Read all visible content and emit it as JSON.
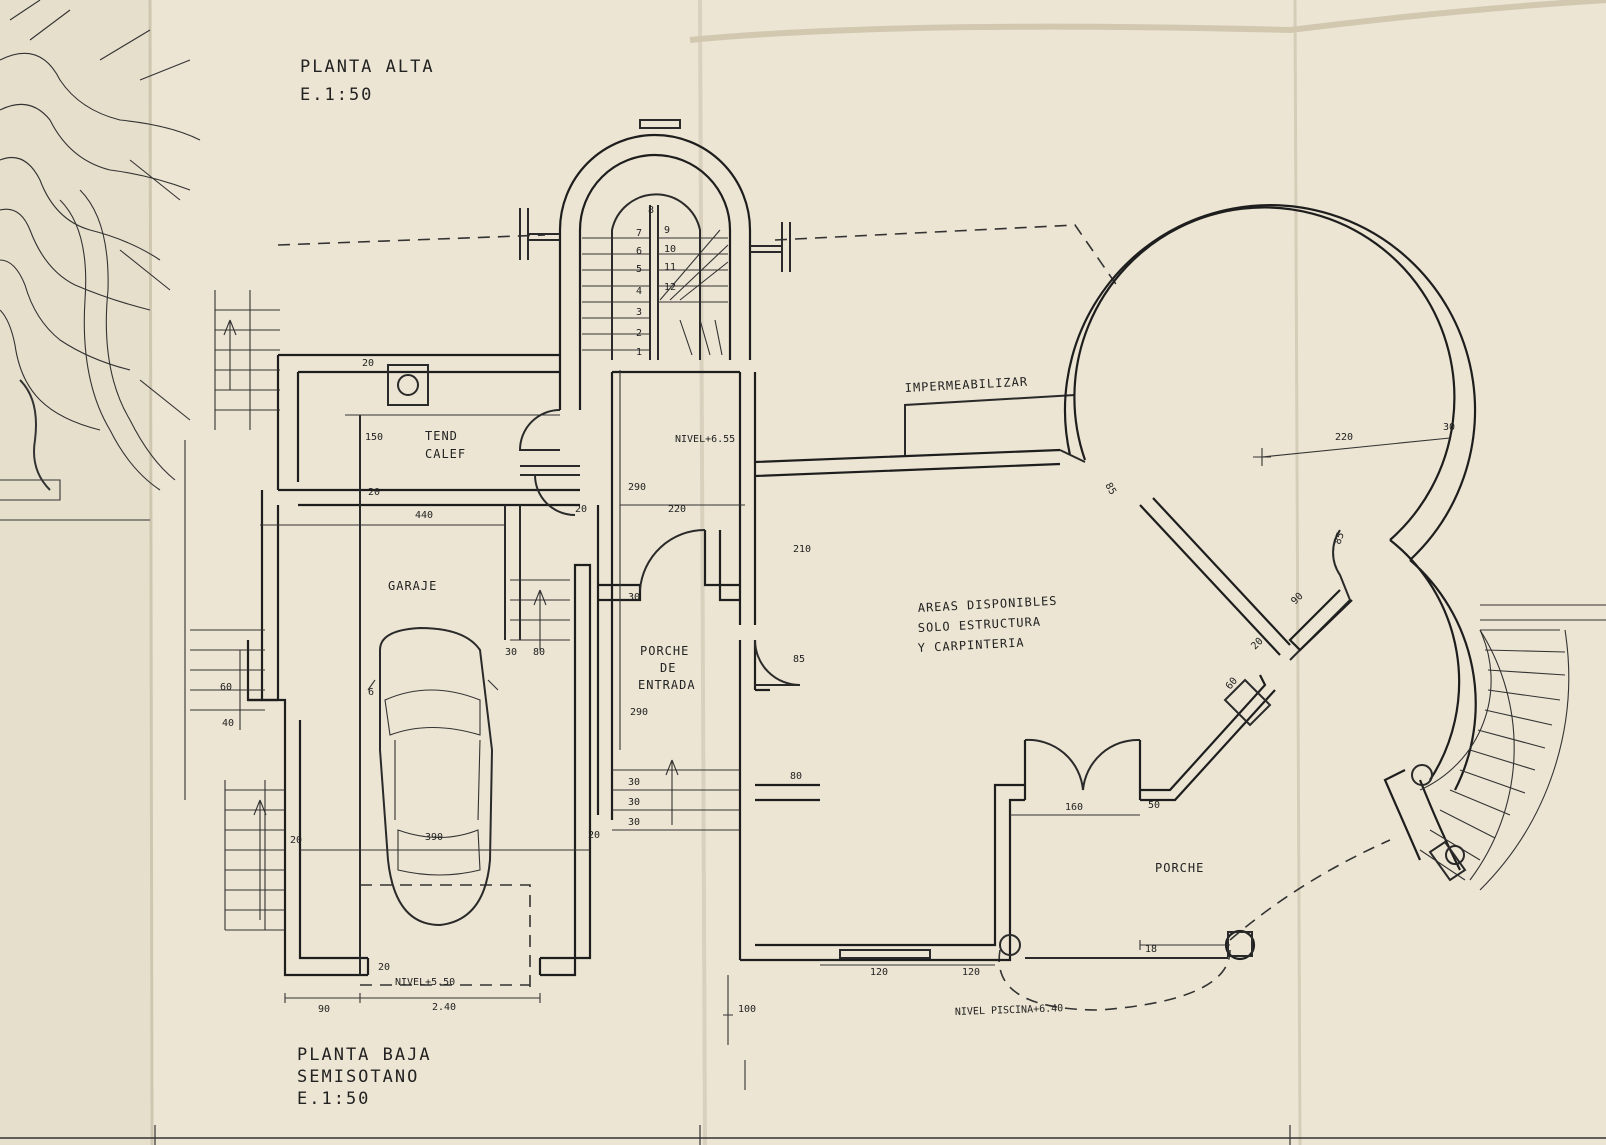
{
  "titles": {
    "upper_plan": "PLANTA ALTA",
    "upper_scale": "E.1:50",
    "lower_plan_1": "PLANTA BAJA",
    "lower_plan_2": "SEMISOTANO",
    "lower_scale": "E.1:50"
  },
  "rooms": {
    "tend": "TEND",
    "calef": "CALEF",
    "garaje": "GARAJE",
    "porche_entrada_1": "PORCHE",
    "porche_entrada_2": "DE",
    "porche_entrada_3": "ENTRADA",
    "areas_1": "AREAS DISPONIBLES",
    "areas_2": "SOLO ESTRUCTURA",
    "areas_3": "Y CARPINTERIA",
    "porche": "PORCHE",
    "impermeabilizar": "IMPERMEABILIZAR"
  },
  "levels": {
    "nivel_stair": "NIVEL+6.55",
    "nivel_garage": "NIVEL+5.50",
    "nivel_piscina": "NIVEL PISCINA+6.40"
  },
  "dimensions": {
    "d150": "150",
    "d20a": "20",
    "d20b": "20",
    "d440": "440",
    "d290a": "290",
    "d220a": "220",
    "d20c": "20",
    "d210": "210",
    "d30a": "30",
    "d30b": "30",
    "d80a": "80",
    "d85a": "85",
    "d290b": "290",
    "d60a": "60",
    "d40": "40",
    "d6": "6",
    "d390": "390",
    "d20d": "20",
    "d20e": "20",
    "d30c": "30",
    "d30d": "30",
    "d30e": "30",
    "d80b": "80",
    "d20f": "20",
    "d90a": "90",
    "d240": "2.40",
    "d100": "100",
    "d120a": "120",
    "d120b": "120",
    "d18": "18",
    "d160": "160",
    "d50": "50",
    "d220b": "220",
    "d30f": "30",
    "d85b": "85",
    "d85c": "85",
    "d90b": "90",
    "d20g": "20",
    "d60b": "60"
  },
  "stair_numbers": [
    "1",
    "2",
    "3",
    "4",
    "5",
    "6",
    "7",
    "8",
    "9",
    "10",
    "11",
    "12"
  ]
}
